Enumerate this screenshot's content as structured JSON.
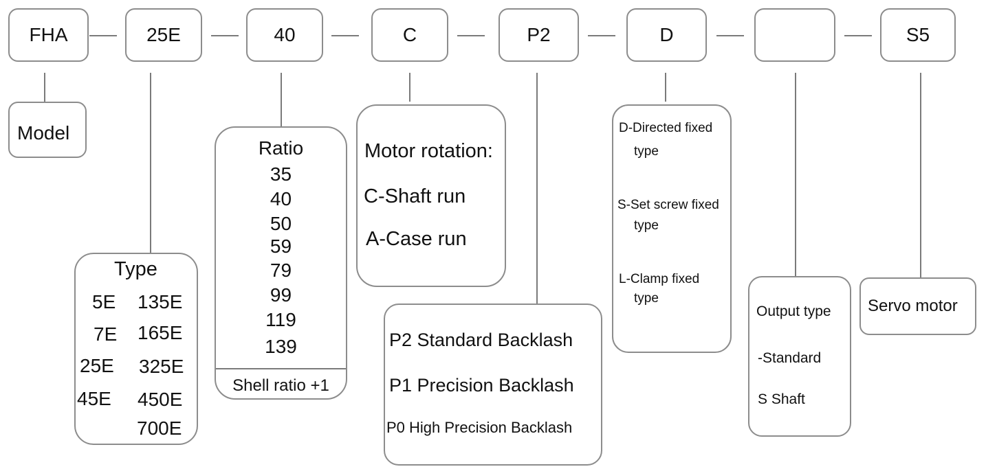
{
  "codes": [
    "FHA",
    "25E",
    "40",
    "C",
    "P2",
    "D",
    "",
    "S5"
  ],
  "model": {
    "label": "Model"
  },
  "type_box": {
    "title": "Type",
    "left": [
      "5E",
      "7E",
      "25E",
      "45E"
    ],
    "right": [
      "135E",
      "165E",
      "325E",
      "450E",
      "700E"
    ]
  },
  "ratio_box": {
    "title": "Ratio",
    "values": [
      "35",
      "40",
      "50",
      "59",
      "79",
      "99",
      "119",
      "139"
    ],
    "footer": "Shell ratio +1"
  },
  "rotation_box": {
    "title": "Motor rotation:",
    "lines": [
      "C-Shaft run",
      "A-Case run"
    ]
  },
  "backlash_box": {
    "lines": [
      "P2 Standard Backlash",
      "P1 Precision Backlash",
      "P0 High Precision Backlash"
    ]
  },
  "fixing_box": {
    "items": [
      {
        "l1": "D-Directed fixed",
        "l2": "type"
      },
      {
        "l1": "S-Set screw fixed",
        "l2": "type"
      },
      {
        "l1": "L-Clamp fixed",
        "l2": "type"
      }
    ]
  },
  "output_box": {
    "lines": [
      "Output type",
      "-Standard",
      "S Shaft"
    ]
  },
  "motor_box": {
    "label": "Servo motor"
  }
}
